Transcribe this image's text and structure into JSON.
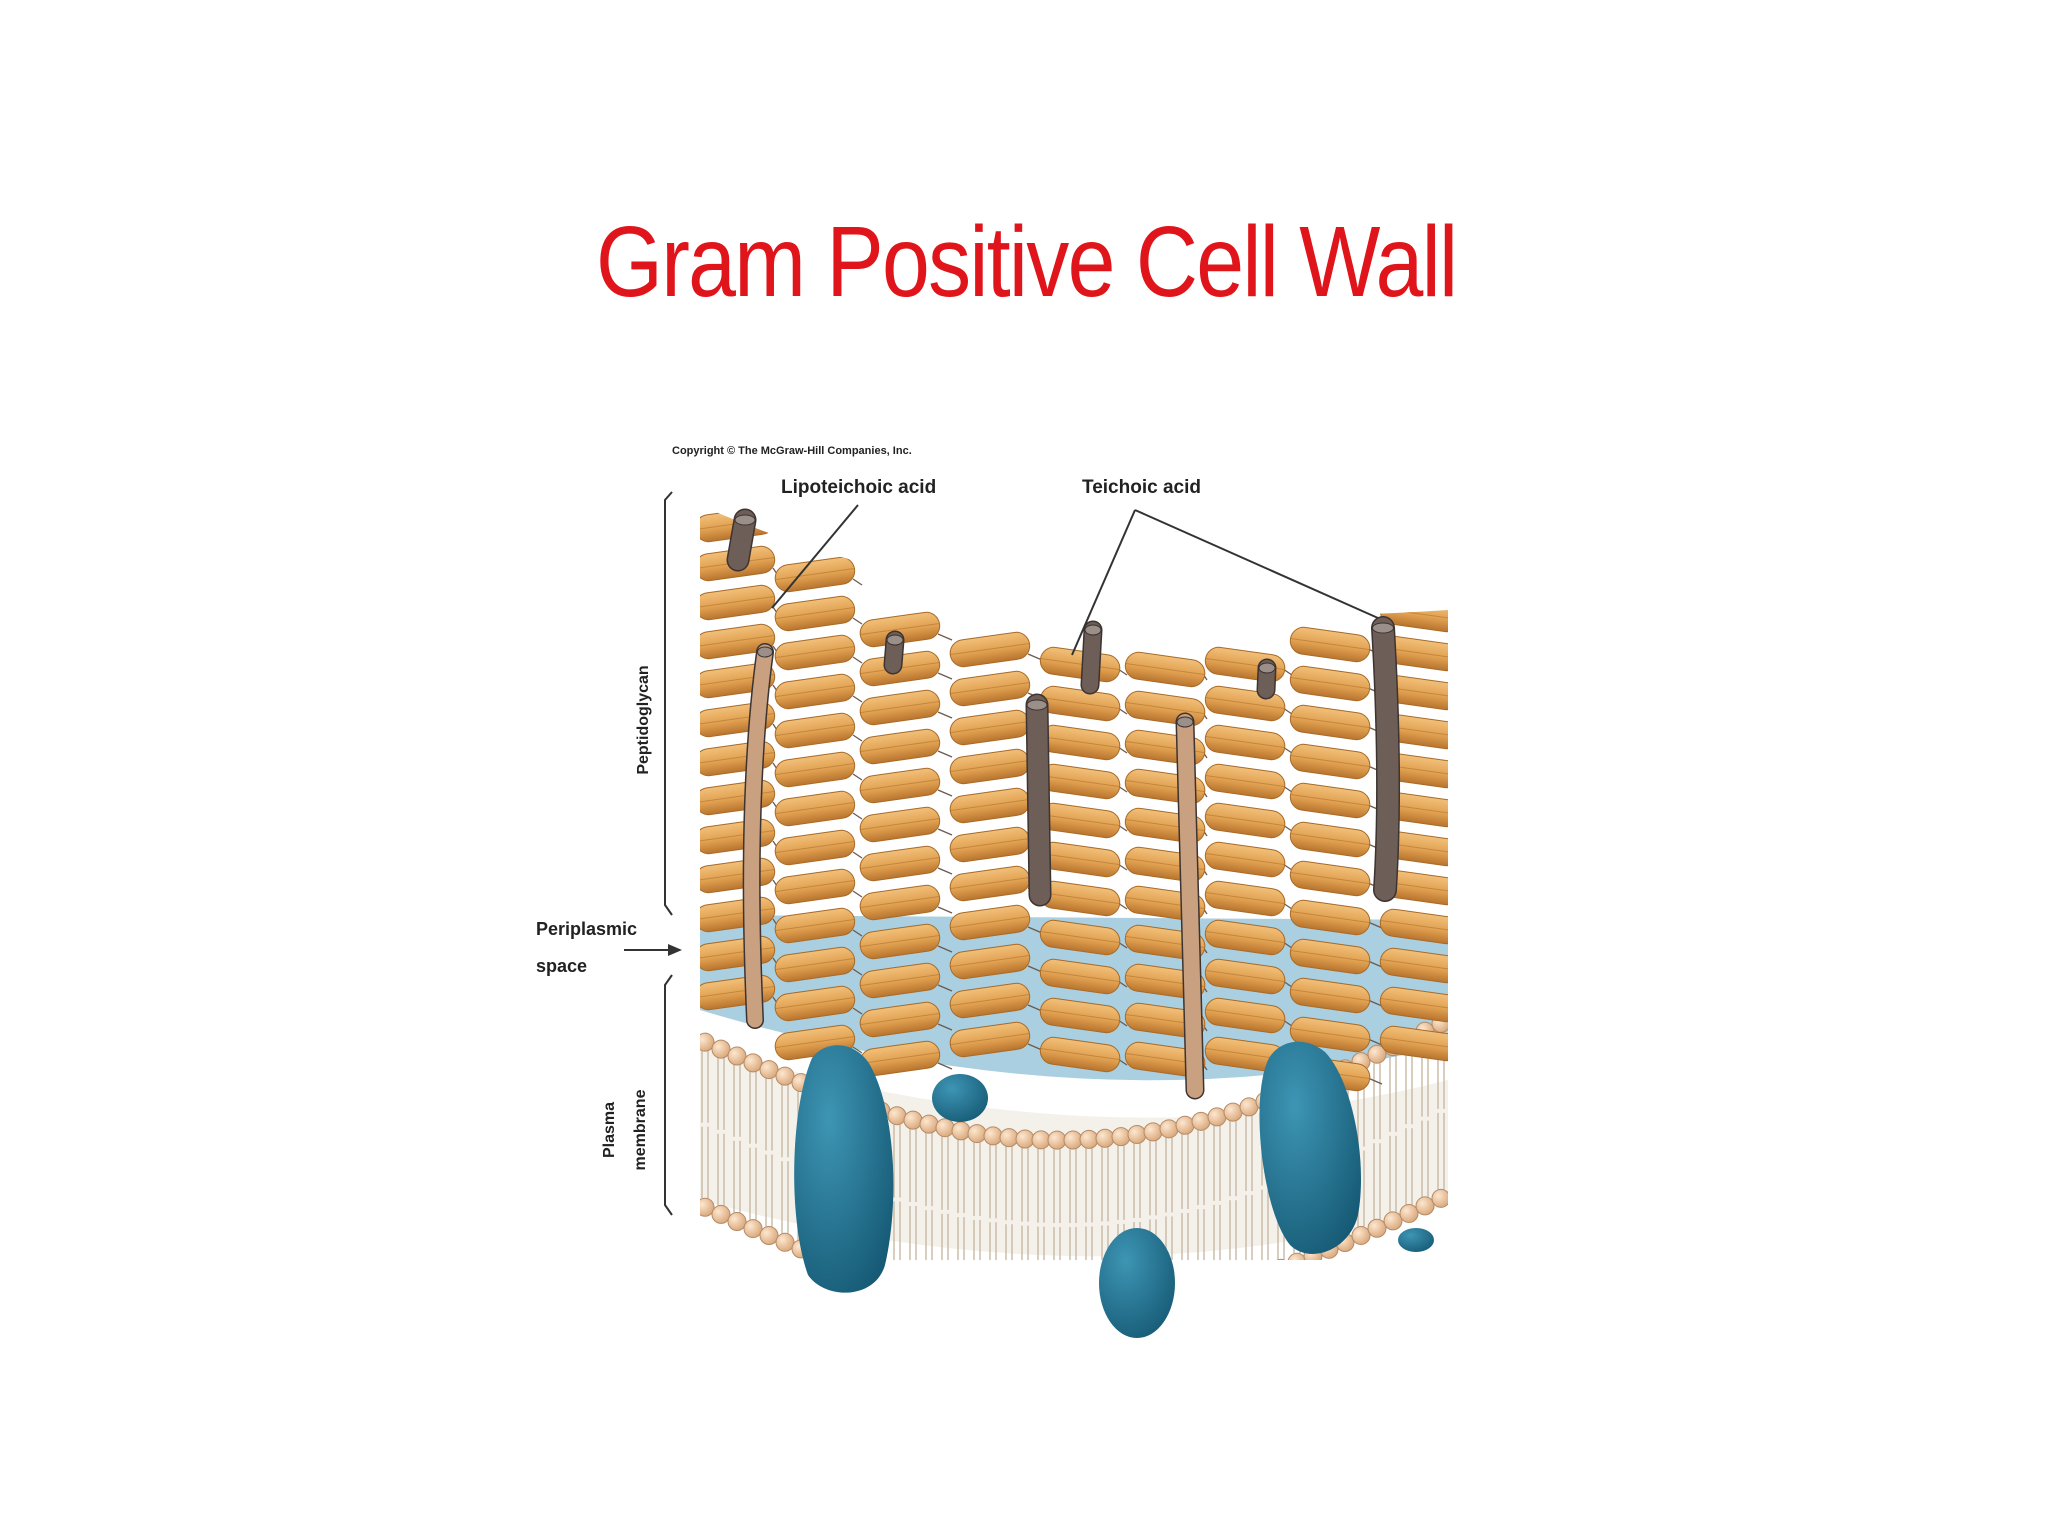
{
  "slide": {
    "title": "Gram Positive Cell Wall",
    "title_color": "#e0151b"
  },
  "diagram": {
    "copyright": "Copyright © The McGraw-Hill Companies, Inc.",
    "labels": {
      "lipoteichoic_acid": "Lipoteichoic acid",
      "teichoic_acid": "Teichoic acid",
      "peptidoglycan": "Peptidoglycan",
      "periplasmic_space_line1": "Periplasmic",
      "periplasmic_space_line2": "space",
      "plasma_membrane_line1": "Plasma",
      "plasma_membrane_line2": "membrane"
    },
    "colors": {
      "peptidoglycan": "#e0a050",
      "peptidoglycan_dark": "#a86a26",
      "periplasm": "#a9cfe0",
      "lipid_head": "#f0c9a0",
      "protein": "#1f6f8e",
      "teichoic_rod": "#6e5e58",
      "lipoteichoic_rod": "#c9a080"
    }
  }
}
